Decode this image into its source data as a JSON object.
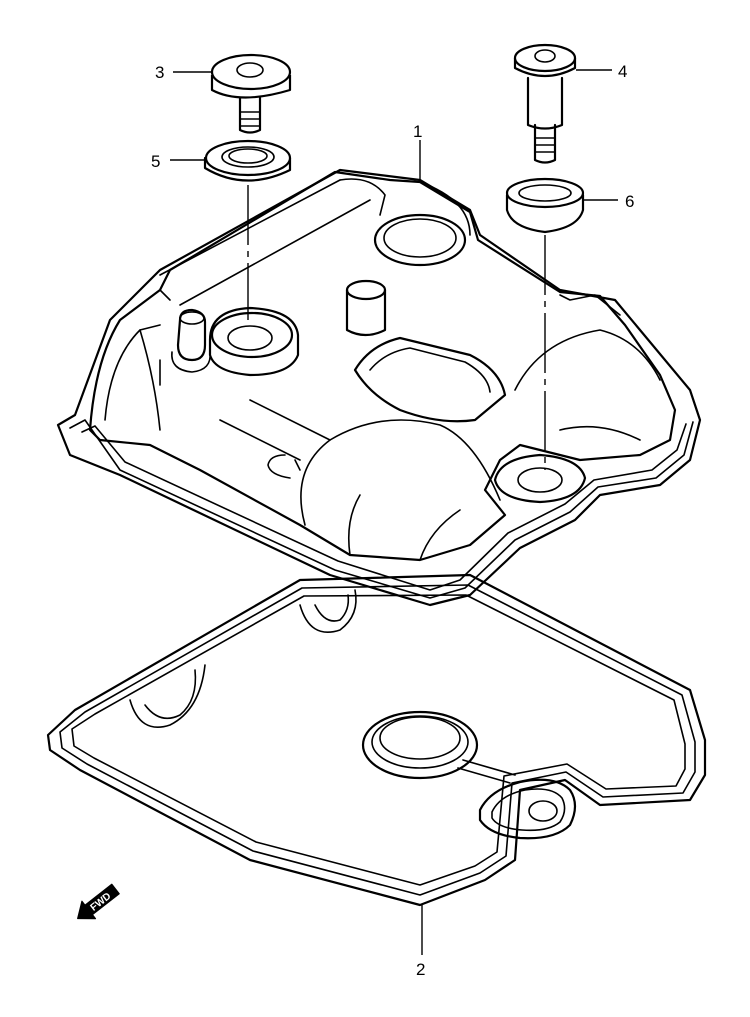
{
  "callouts": {
    "p1": "1",
    "p2": "2",
    "p3": "3",
    "p4": "4",
    "p5": "5",
    "p6": "6"
  },
  "fwd_badge": "FWD",
  "colors": {
    "line": "#000000",
    "background": "#ffffff"
  },
  "icons": {
    "direction": "fwd-arrow-icon"
  }
}
